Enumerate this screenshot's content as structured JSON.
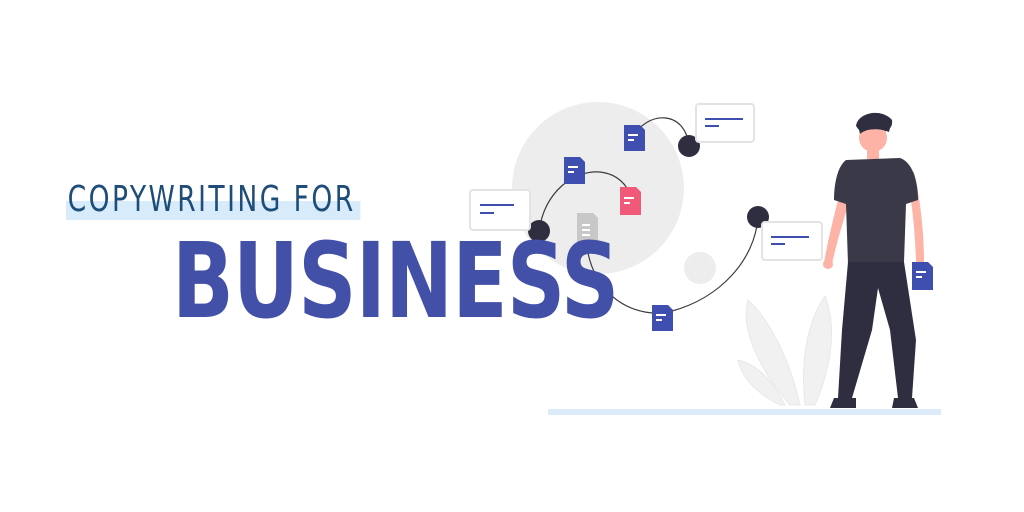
{
  "headline": {
    "line1": "COPYWRITING FOR",
    "line2": "BUSINESS"
  },
  "colors": {
    "title_dark": "#1f4d7a",
    "title_highlight": "#d7ebfb",
    "business_blue": "#4350a8",
    "doc_blue": "#3f4fb0",
    "doc_pink": "#f05a78",
    "doc_gray": "#c8c8c8",
    "node_dark": "#2f2e41",
    "shirt": "#3a3947",
    "skin": "#fdb3a5",
    "floor": "#dcebfa",
    "soft_circle": "#eeeeee"
  },
  "illustration": {
    "description_icons": [
      "document-blue-icon",
      "document-pink-icon",
      "document-gray-icon",
      "message-card-icon",
      "person-figure",
      "plant-icon"
    ]
  }
}
